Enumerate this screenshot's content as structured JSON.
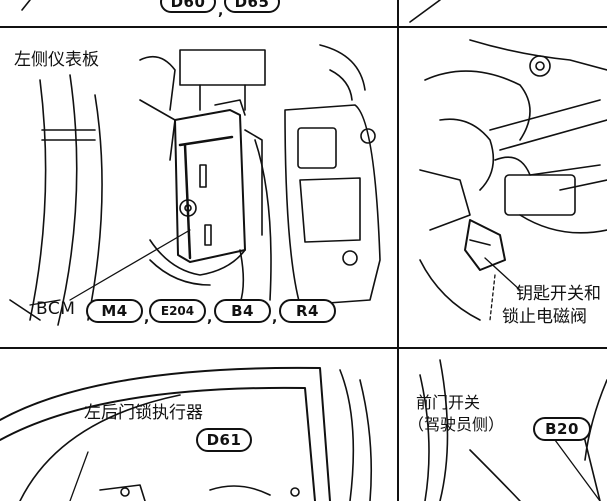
{
  "panels": {
    "left_dash": {
      "title": "左侧仪表板",
      "prefix": "BCM",
      "connectors": [
        "M4",
        "E204",
        "B4",
        "R4"
      ]
    },
    "key_switch": {
      "label_line1": "钥匙开关和",
      "label_line2": "锁止电磁阀"
    },
    "rear_door": {
      "label": "左后门锁执行器",
      "connector": "D61"
    },
    "front_door": {
      "label_line1": "前门开关",
      "label_line2": "（驾驶员侧）",
      "connector": "B20"
    },
    "top_connectors": [
      "D60",
      "D65"
    ]
  },
  "colors": {
    "ink": "#111111",
    "paper": "#ffffff"
  }
}
